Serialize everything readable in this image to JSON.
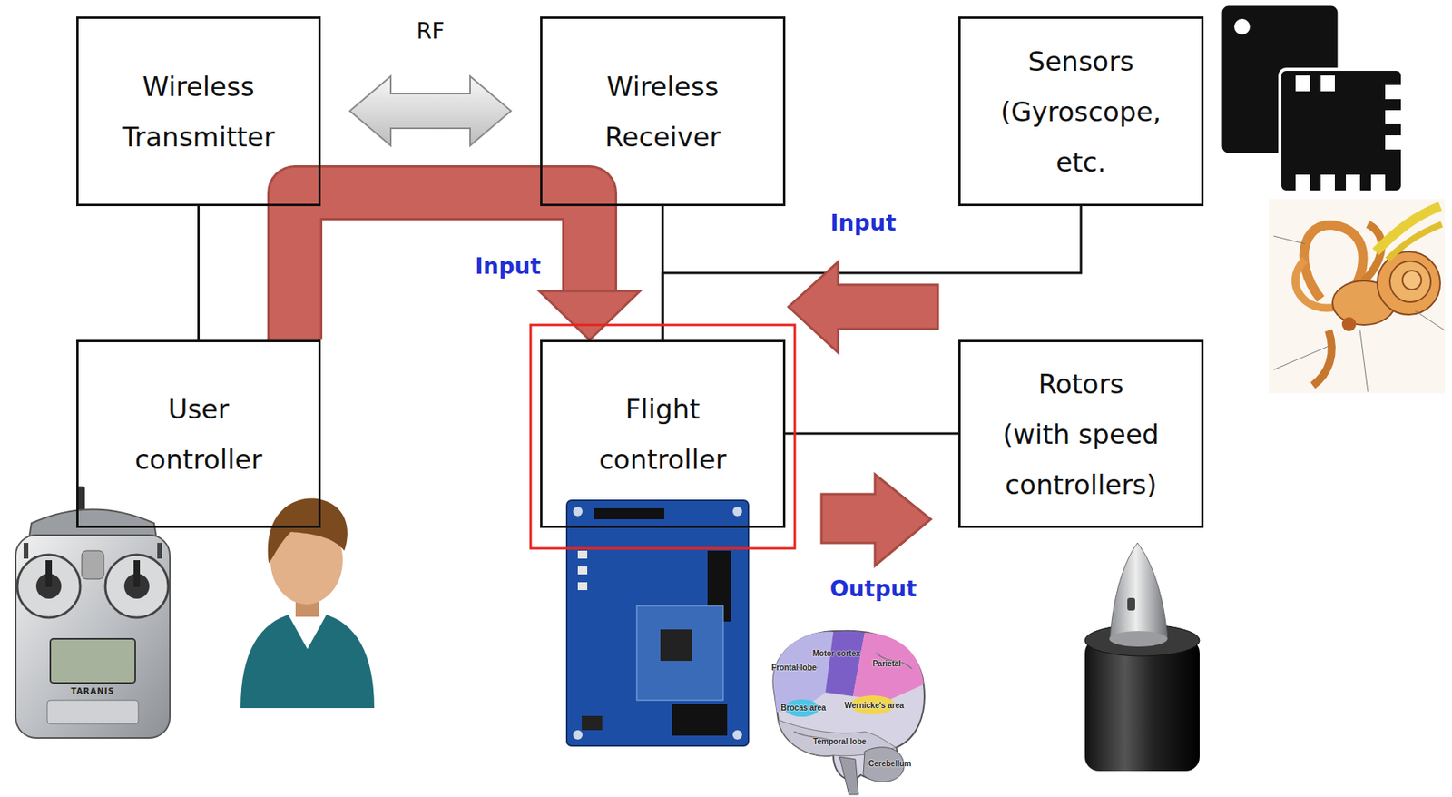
{
  "diagram": {
    "nodes": [
      {
        "text": [
          "Wireless Transmitter"
        ]
      },
      {
        "text": [
          "Wireless Receiver"
        ]
      },
      {
        "text": [
          "Sensors (Gyroscope, etc."
        ]
      },
      {
        "text": [
          "User controller"
        ]
      },
      {
        "text": [
          "Flight controller"
        ]
      },
      {
        "text": [
          "Rotors (with speed controllers)"
        ]
      }
    ],
    "edges": [
      {
        "from": 0,
        "to": 1,
        "arrow": "both",
        "label": "RF"
      },
      {
        "from": 0,
        "to": 3,
        "arrow": "none"
      },
      {
        "from": 1,
        "to": 4,
        "arrow": "none"
      },
      {
        "from": 2,
        "to": 4,
        "arrow": "none"
      },
      {
        "from": 4,
        "to": 5,
        "arrow": "none"
      },
      {
        "from": 3,
        "to": 4,
        "arrow": "to",
        "label": "Input"
      }
    ],
    "labels": [
      "Input",
      "Output",
      "Frontal lobe",
      "Motor cortex",
      "Parietal",
      "Brocas area",
      "Wernicke's area",
      "Temporal lobe",
      "Cerebellum",
      "TARANIS"
    ]
  }
}
